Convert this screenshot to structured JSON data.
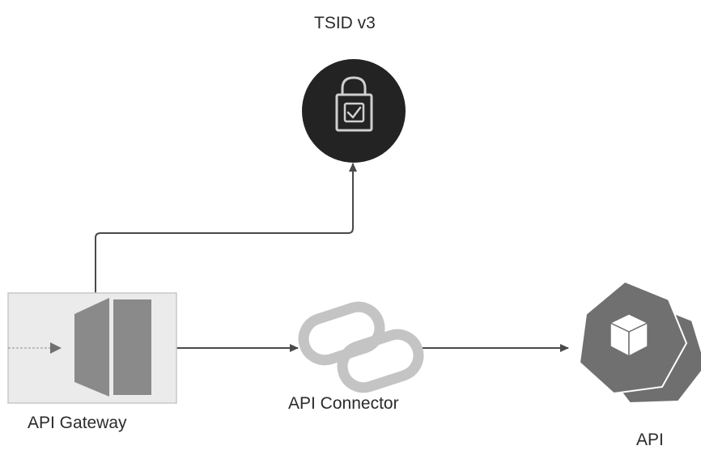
{
  "nodes": {
    "tsid": {
      "label": "TSID v3",
      "icon": "lock-check-icon",
      "color": "#232323"
    },
    "gateway": {
      "label": "API Gateway",
      "icon": "api-gateway-icon",
      "fill": "#ebebeb",
      "border": "#c8c8c8"
    },
    "connector": {
      "label": "API Connector",
      "icon": "link-chain-icon",
      "color": "#c4c4c4"
    },
    "api": {
      "label": "API",
      "icon": "cube-heptagon-icon",
      "color": "#707070"
    }
  },
  "edges": [
    {
      "from": "gateway",
      "to": "tsid",
      "style": "arrow"
    },
    {
      "from": "gateway",
      "to": "connector",
      "style": "arrow"
    },
    {
      "from": "connector",
      "to": "api",
      "style": "arrow"
    }
  ],
  "colors": {
    "line": "#4a4a4a",
    "text": "#2b2b2b"
  }
}
